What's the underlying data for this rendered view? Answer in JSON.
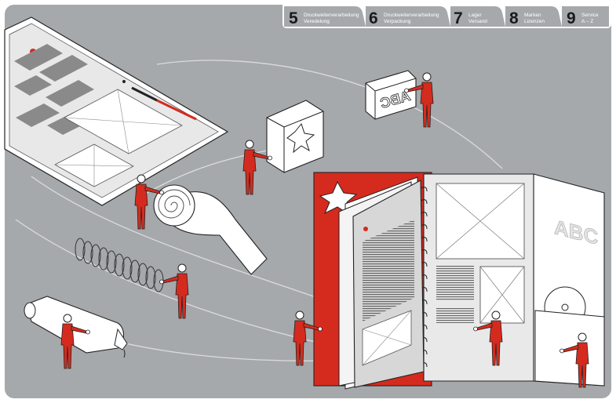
{
  "tabs": [
    {
      "number": "5",
      "subtitle_1": "Druckweiterverarbeitung",
      "subtitle_2": "Veredelung",
      "active": true
    },
    {
      "number": "6",
      "subtitle_1": "Druckweiterverarbeitung",
      "subtitle_2": "Verpackung",
      "active": false
    },
    {
      "number": "7",
      "subtitle_1": "Lager",
      "subtitle_2": "Versand",
      "active": false
    },
    {
      "number": "8",
      "subtitle_1": "Marken",
      "subtitle_2": "Lizenzen",
      "active": false
    },
    {
      "number": "9",
      "subtitle_1": "Service",
      "subtitle_2": "A – Z",
      "active": false
    }
  ],
  "illustration": {
    "sign_text": "ABC",
    "folder_text": "ABC"
  },
  "colors": {
    "background": "#a6a9ab",
    "accent_red": "#d52b1e",
    "paper": "#ffffff",
    "ink": "#222222",
    "tab_bar": "#ffffff"
  }
}
